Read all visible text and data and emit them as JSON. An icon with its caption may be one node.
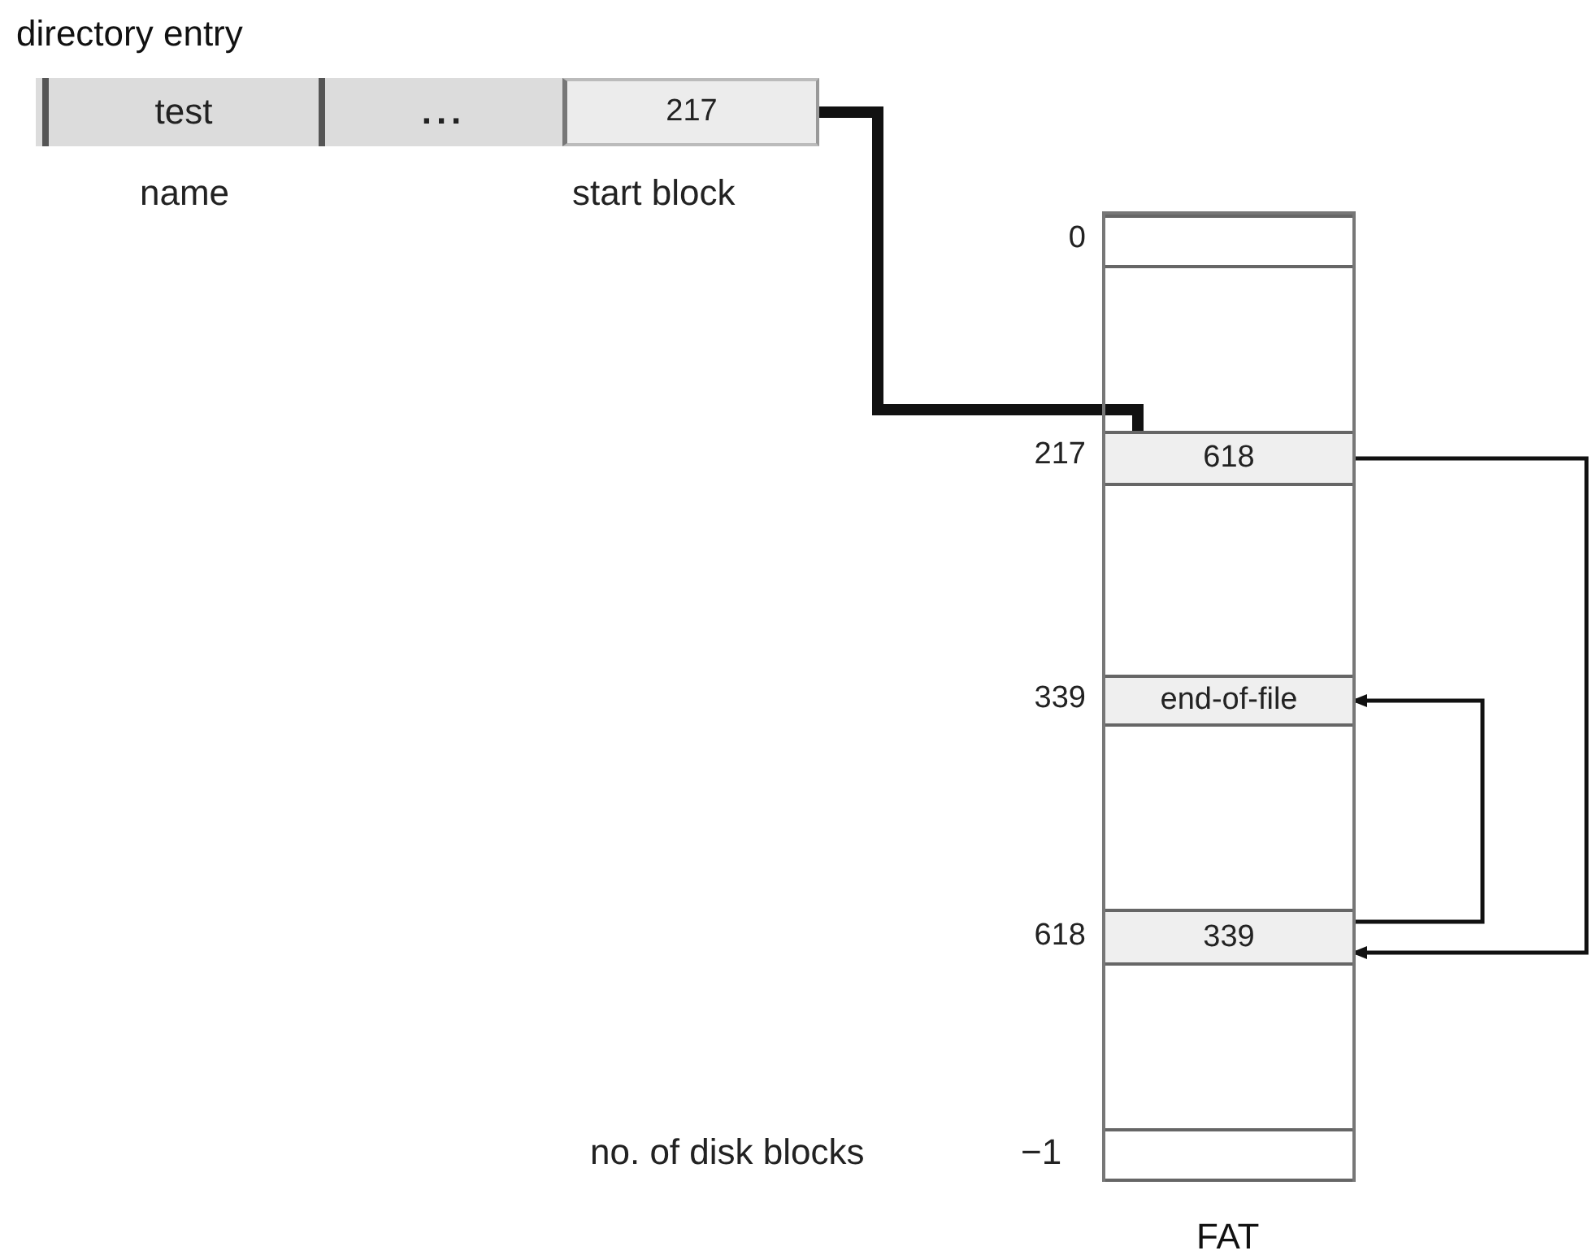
{
  "diagram": {
    "nodes": [
      {
        "text": [
          "directory entry"
        ]
      },
      {
        "text": [
          "test"
        ],
        "in": 0,
        "beside": [
          "name"
        ]
      },
      {
        "text": [
          "..."
        ],
        "in": 0
      },
      {
        "text": [
          "217"
        ],
        "in": 0,
        "beside": [
          "start block"
        ]
      },
      {
        "text": [
          "FAT"
        ]
      },
      {
        "text": [],
        "shape": "box",
        "in": 4,
        "beside": [
          "0"
        ]
      },
      {
        "text": [
          "618"
        ],
        "in": 4,
        "beside": [
          "217"
        ]
      },
      {
        "text": [
          "end-of-file"
        ],
        "in": 4,
        "beside": [
          "339"
        ]
      },
      {
        "text": [
          "339"
        ],
        "in": 4,
        "beside": [
          "618"
        ]
      },
      {
        "text": [],
        "shape": "box",
        "in": 4,
        "beside": [
          "−1"
        ]
      }
    ],
    "labels": [
      "no. of disk blocks"
    ],
    "edges": [
      {
        "from": 3,
        "to": 6,
        "arrow": "none",
        "style": "thick"
      },
      {
        "from": 6,
        "to": 8,
        "arrow": "to"
      },
      {
        "from": 8,
        "to": 7,
        "arrow": "to"
      }
    ]
  }
}
